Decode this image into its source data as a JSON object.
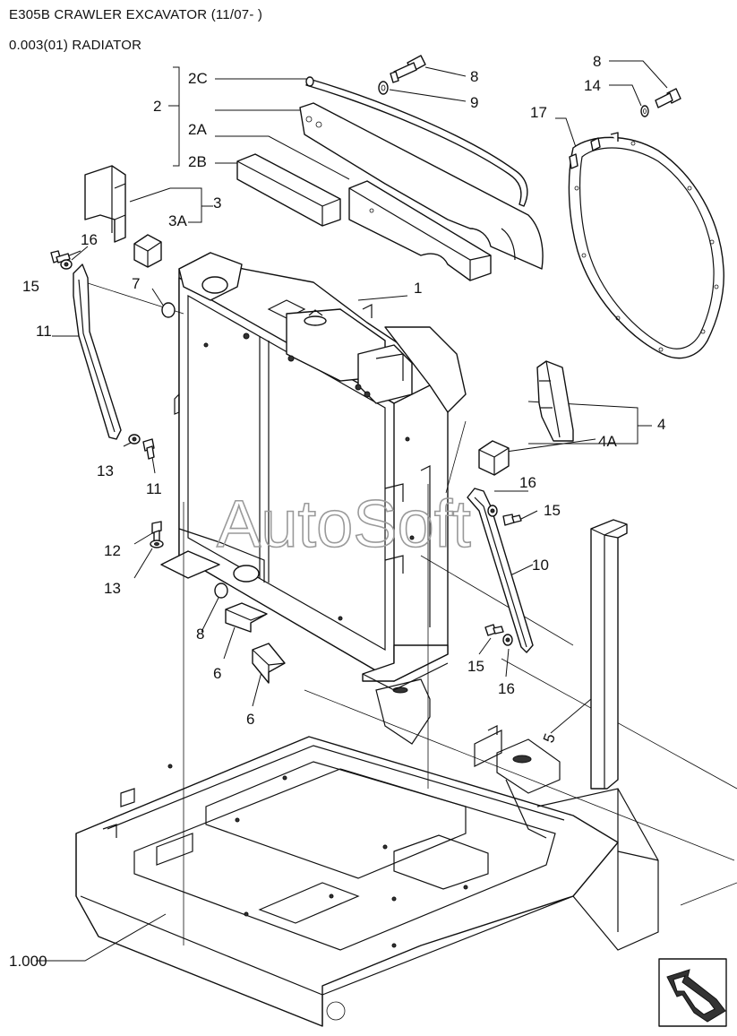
{
  "header": {
    "title": "E305B CRAWLER EXCAVATOR (11/07- )",
    "subtitle": "0.003(01) RADIATOR"
  },
  "watermark": "AutoSoft",
  "callouts": [
    {
      "id": "c-2c",
      "text": "2C"
    },
    {
      "id": "c-2",
      "text": "2"
    },
    {
      "id": "c-2a",
      "text": "2A"
    },
    {
      "id": "c-2b",
      "text": "2B"
    },
    {
      "id": "c-8a",
      "text": "8"
    },
    {
      "id": "c-9",
      "text": "9"
    },
    {
      "id": "c-8b",
      "text": "8"
    },
    {
      "id": "c-14",
      "text": "14"
    },
    {
      "id": "c-17",
      "text": "17"
    },
    {
      "id": "c-3",
      "text": "3"
    },
    {
      "id": "c-3a",
      "text": "3A"
    },
    {
      "id": "c-16a",
      "text": "16"
    },
    {
      "id": "c-15a",
      "text": "15"
    },
    {
      "id": "c-7",
      "text": "7"
    },
    {
      "id": "c-1",
      "text": "1"
    },
    {
      "id": "c-11a",
      "text": "11"
    },
    {
      "id": "c-4",
      "text": "4"
    },
    {
      "id": "c-4a",
      "text": "4A"
    },
    {
      "id": "c-13a",
      "text": "13"
    },
    {
      "id": "c-11b",
      "text": "11"
    },
    {
      "id": "c-16b",
      "text": "16"
    },
    {
      "id": "c-15b",
      "text": "15"
    },
    {
      "id": "c-12",
      "text": "12"
    },
    {
      "id": "c-13b",
      "text": "13"
    },
    {
      "id": "c-10",
      "text": "10"
    },
    {
      "id": "c-8c",
      "text": "8"
    },
    {
      "id": "c-6a",
      "text": "6"
    },
    {
      "id": "c-15c",
      "text": "15"
    },
    {
      "id": "c-16c",
      "text": "16"
    },
    {
      "id": "c-6b",
      "text": "6"
    },
    {
      "id": "c-5",
      "text": "5"
    },
    {
      "id": "c-1000",
      "text": "1.000"
    }
  ]
}
